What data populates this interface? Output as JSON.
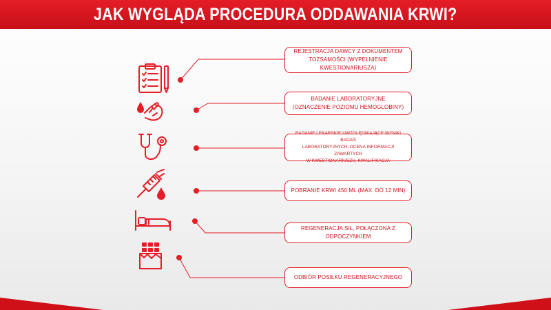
{
  "header": {
    "title": "JAK WYGLĄDA PROCEDURA ODDAWANIA KRWI?"
  },
  "colors": {
    "accent": "#e41d26",
    "text": "#d0141d",
    "background": "#ffffff"
  },
  "steps": [
    {
      "icon": "clipboard-pen-icon",
      "text": "REJESTRACJA DAWCY Z DOKUMENTEM\nTOŻSAMOŚCI (WYPEŁNIENIE KWESTIONARIUSZA)"
    },
    {
      "icon": "finger-blood-drop-icon",
      "text": "BADANIE LABORATORYJNE\n(OZNACZENIE POZIOMU HEMOGLOBINY)"
    },
    {
      "icon": "stethoscope-icon",
      "text": "BADANIE LEKARSKIE UWZGLĘDNIAJĄCE WYNIKI BADAŃ\nLABORATORYJNYCH, OCENA INFORMACJI ZAWARTYCH\nW KWESTIONARIUSZU, KWALIFIKACJA"
    },
    {
      "icon": "syringe-blood-drop-icon",
      "text": "POBRANIE KRWI 450 ML (MAX. DO 12 MIN)"
    },
    {
      "icon": "bed-rest-icon",
      "text": "REGENERACJA SIŁ, POŁĄCZONA Z ODPOCZYNKIEM"
    },
    {
      "icon": "chocolate-bar-icon",
      "text": "ODBIÓR POSIŁKU REGENERACYJNEGO"
    }
  ]
}
